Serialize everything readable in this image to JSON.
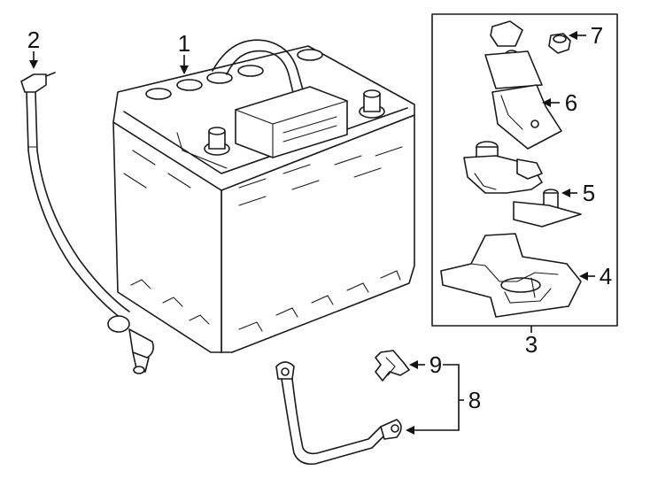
{
  "callouts": {
    "c1": "1",
    "c2": "2",
    "c3": "3",
    "c4": "4",
    "c5": "5",
    "c6": "6",
    "c7": "7",
    "c8": "8",
    "c9": "9"
  },
  "parts": [
    "battery",
    "positive-cable",
    "terminal-cover-assembly",
    "tray-base",
    "terminal-clamp",
    "hold-down-bracket",
    "nut",
    "ground-cable",
    "cable-clip"
  ]
}
